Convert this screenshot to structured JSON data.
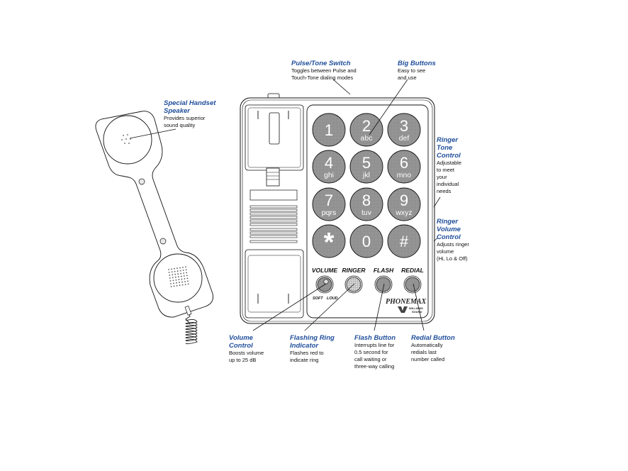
{
  "diagram": {
    "subject": "Telephone with labeled features",
    "brand": {
      "name": "PHONEMAX",
      "sub_line1": "WILLIAMS",
      "sub_line2": "SOUND"
    },
    "keypad": [
      {
        "digit": "1",
        "letters": ""
      },
      {
        "digit": "2",
        "letters": "abc"
      },
      {
        "digit": "3",
        "letters": "def"
      },
      {
        "digit": "4",
        "letters": "ghi"
      },
      {
        "digit": "5",
        "letters": "jkl"
      },
      {
        "digit": "6",
        "letters": "mno"
      },
      {
        "digit": "7",
        "letters": "pqrs"
      },
      {
        "digit": "8",
        "letters": "tuv"
      },
      {
        "digit": "9",
        "letters": "wxyz"
      },
      {
        "digit": "*",
        "letters": ""
      },
      {
        "digit": "0",
        "letters": ""
      },
      {
        "digit": "#",
        "letters": ""
      }
    ],
    "controls": {
      "volume": "VOLUME",
      "ringer": "RINGER",
      "flash": "FLASH",
      "redial": "REDIAL",
      "soft": "SOFT",
      "loud": "LOUD"
    },
    "colors": {
      "callout_title": "#1f4e9a",
      "key_fill": "#8c8c8c",
      "key_text": "#ffffff",
      "outline": "#111111"
    },
    "callouts": {
      "pulse_tone": {
        "title": "Pulse/Tone Switch",
        "desc": "Toggles between Pulse and\nTouch-Tone dialing modes"
      },
      "big_buttons": {
        "title": "Big Buttons",
        "desc": "Easy to see\nand use"
      },
      "handset_speaker": {
        "title": "Special Handset\nSpeaker",
        "desc": "Provides superior\nsound quality"
      },
      "ringer_tone": {
        "title": "Ringer\nTone\nControl",
        "desc": "Adjustable\nto meet\nyour\nindividual\nneeds"
      },
      "ringer_volume": {
        "title": "Ringer\nVolume\nControl",
        "desc": "Adjusts ringer\nvolume\n(Hi, Lo & Off)"
      },
      "volume_control": {
        "title": "Volume\nControl",
        "desc": "Boosts volume\nup to 25 dB"
      },
      "flashing_ring": {
        "title": "Flashing Ring\nIndicator",
        "desc": "Flashes red to\nindicate ring"
      },
      "flash_button": {
        "title": "Flash Button",
        "desc": "Interrupts line for\n0.5 second for\ncall waiting or\nthree-way calling"
      },
      "redial_button": {
        "title": "Redial Button",
        "desc": "Automatically\nredials last\nnumber called"
      }
    }
  }
}
